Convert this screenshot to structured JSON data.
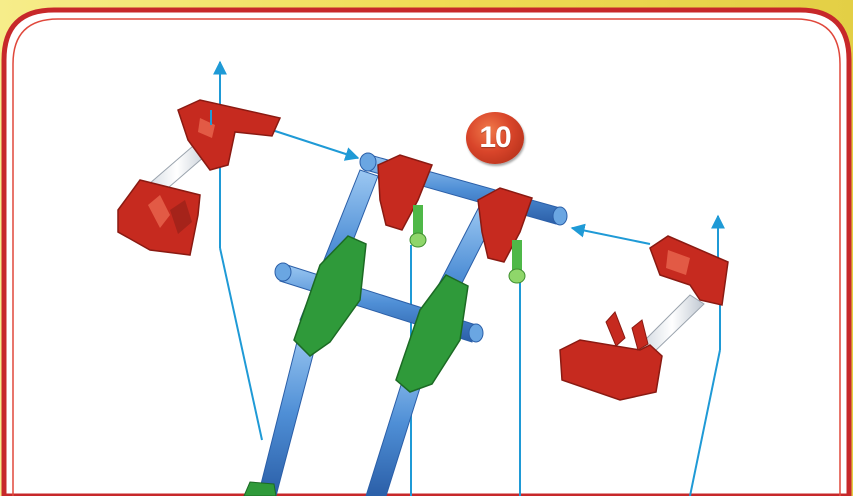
{
  "step": {
    "number": "10"
  },
  "colors": {
    "background": "#f3e36a",
    "frame_border": "#c7282a",
    "panel": "#ffffff",
    "connector_red": "#c62a1f",
    "rod_blue": "#4f8fd6",
    "connector_green": "#2f9a3a",
    "peg_green": "#8fd66a",
    "guide_arrow": "#1f9ad6"
  },
  "icons": [
    "red-corner-connector",
    "blue-rod",
    "green-clip-connector",
    "green-peg",
    "blue-arrow"
  ]
}
